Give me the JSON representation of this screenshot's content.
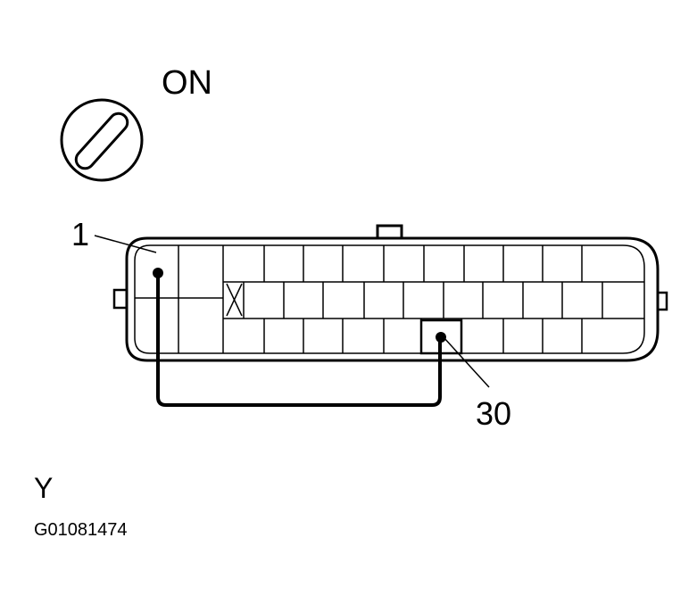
{
  "ignition": {
    "position_label": "ON"
  },
  "connector": {
    "pin_first_label": "1",
    "pin_last_label": "30",
    "connector_label": "Y"
  },
  "figure": {
    "code": "G01081474"
  },
  "colors": {
    "line": "#000000",
    "background": "#ffffff"
  },
  "icons": {
    "ignition": "ignition-key-icon",
    "jumper": "jumper-wire-icon"
  }
}
